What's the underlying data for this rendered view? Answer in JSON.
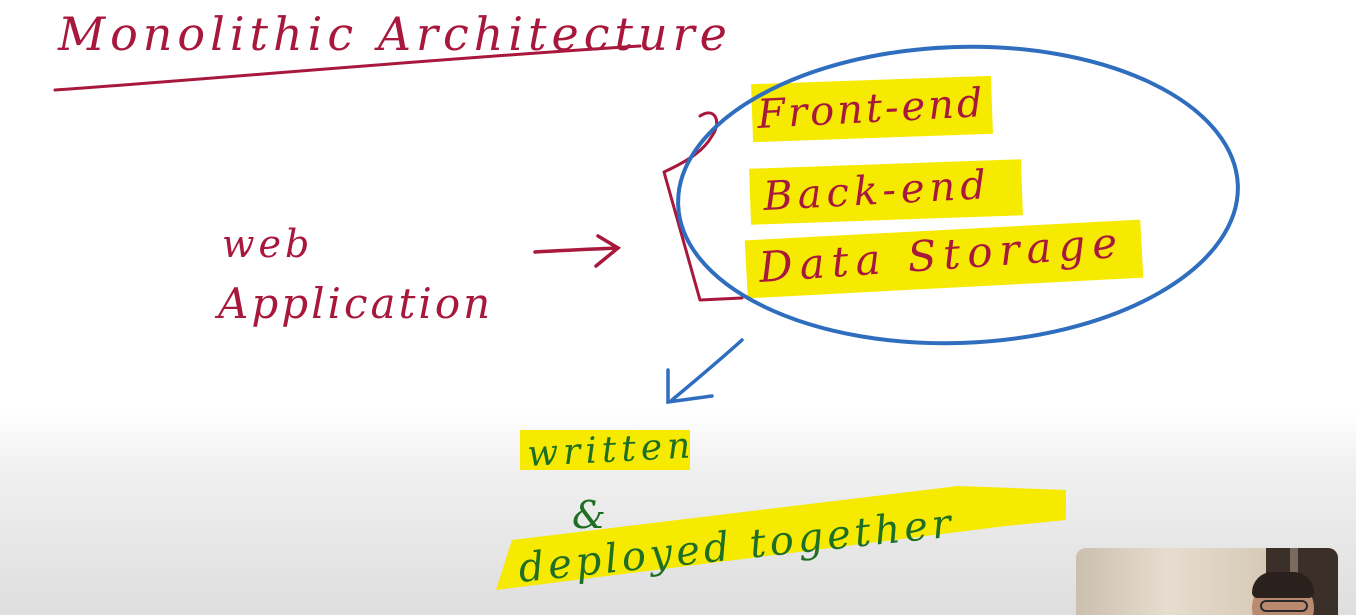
{
  "title": "Monolithic Architecture",
  "left_label": {
    "line1": "web",
    "line2": "Application"
  },
  "components": [
    "Front-end",
    "Back-end",
    "Data Storage"
  ],
  "bottom": {
    "line1": "written",
    "line2": "&",
    "line3": "deployed together"
  },
  "colors": {
    "ink_primary": "#a8183c",
    "ink_secondary": "#1e6e24",
    "circle": "#2f6dbf",
    "highlight": "#f5ea00"
  }
}
